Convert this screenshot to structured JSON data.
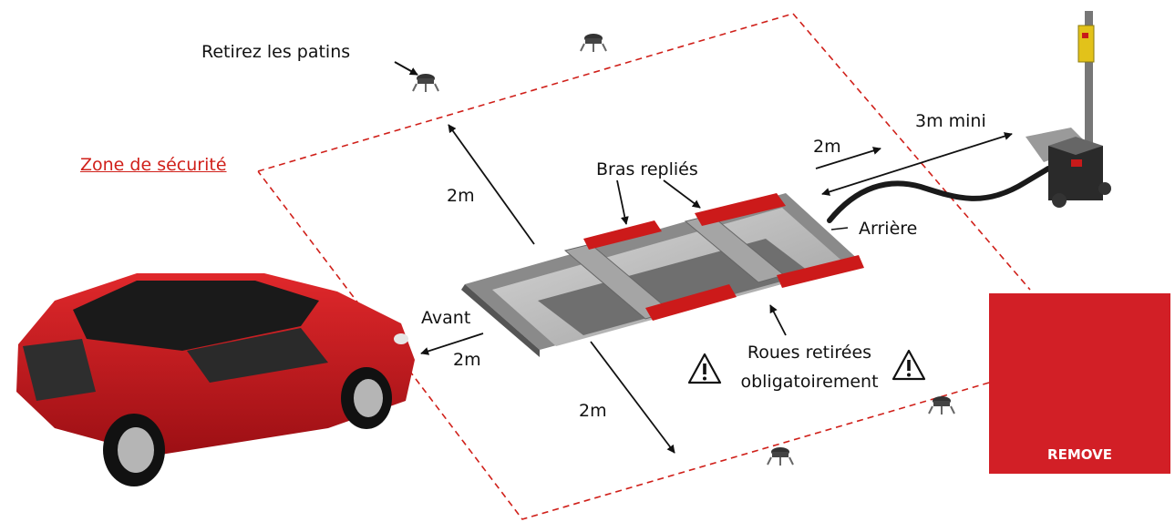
{
  "labels": {
    "remove_pads": "Retirez les patins",
    "safety_zone": "Zone de sécurité",
    "dist_left": "2m",
    "dist_top_right": "2m",
    "min_distance": "3m mini",
    "arms_folded": "Bras repliés",
    "rear": "Arrière",
    "front": "Avant",
    "dist_front": "2m",
    "wheels_line1": "Roues retirées",
    "wheels_line2": "obligatoirement",
    "dist_bottom": "2m"
  },
  "remove_panel": {
    "text": "REMOVE"
  },
  "colors": {
    "zone": "#d0201a",
    "lift_red": "#cc1a1a",
    "car": "#c4161c",
    "panel": "#d21f26"
  }
}
